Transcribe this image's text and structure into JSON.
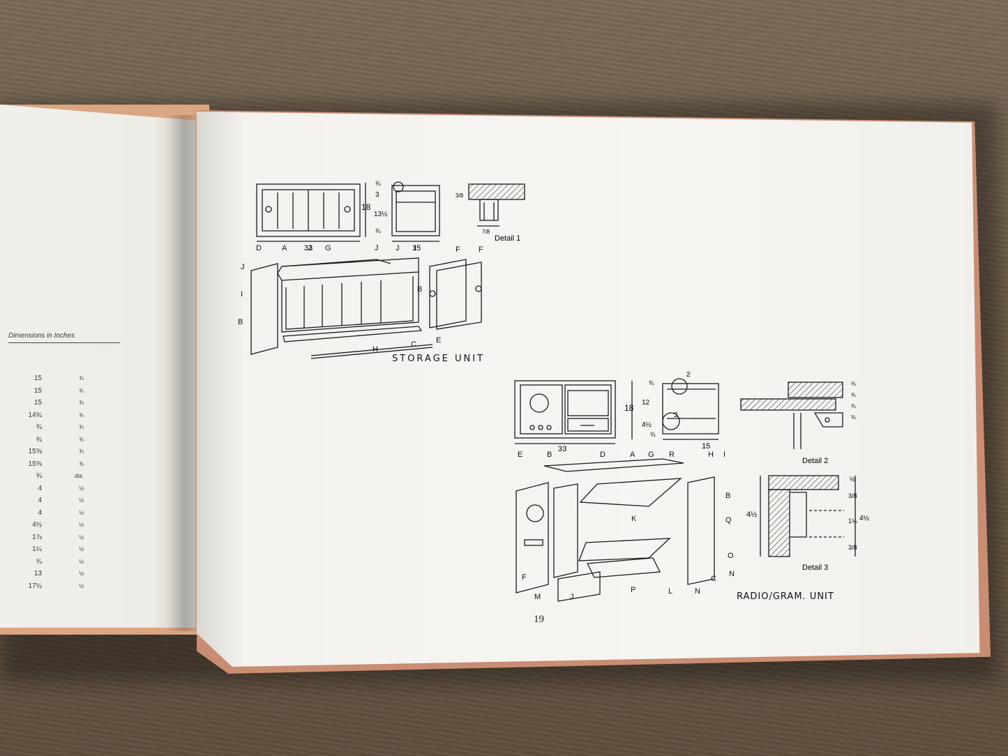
{
  "left_page": {
    "heading": "Dimensions in Inches",
    "rows": [
      {
        "a": "15",
        "b": "¾"
      },
      {
        "a": "15",
        "b": "¾"
      },
      {
        "a": "15",
        "b": "¾"
      },
      {
        "a": "14¾",
        "b": "¾"
      },
      {
        "a": "¾",
        "b": "¾"
      },
      {
        "a": "¾",
        "b": "¾"
      },
      {
        "a": "15⅝",
        "b": "¾"
      },
      {
        "a": "15⅝",
        "b": "¾"
      },
      {
        "a": "¾",
        "b": "dia."
      },
      {
        "a": "4",
        "b": "½"
      },
      {
        "a": "4",
        "b": "½"
      },
      {
        "a": "4",
        "b": "½"
      },
      {
        "a": "4½",
        "b": "½"
      },
      {
        "a": "1⅞",
        "b": "½"
      },
      {
        "a": "1¼",
        "b": "½"
      },
      {
        "a": "¾",
        "b": "½"
      },
      {
        "a": "13",
        "b": "½"
      },
      {
        "a": "17½",
        "b": "½"
      }
    ]
  },
  "storage_unit": {
    "caption": "STORAGE UNIT",
    "dim_width": "33",
    "dim_height": "18",
    "dim_depth": "15",
    "dim_a": "¾",
    "dim_b": "3",
    "dim_c": "13½",
    "dim_d": "¾",
    "detail_label": "Detail 1",
    "detail_dim_a": "3/8",
    "detail_dim_b": "7/8",
    "letters": [
      "D",
      "A",
      "J",
      "G",
      "J",
      "J",
      "I",
      "F",
      "F",
      "J",
      "I",
      "B",
      "B",
      "H",
      "C",
      "E"
    ]
  },
  "radio_unit": {
    "caption": "RADIO/GRAM. UNIT",
    "dim_width": "33",
    "dim_height": "18",
    "dim_depth": "15",
    "dim_a": "¾",
    "dim_b": "12",
    "dim_c": "4½",
    "dim_d": "¾",
    "callout_2": "2",
    "callout_3": "3",
    "detail2_label": "Detail 2",
    "detail3_label": "Detail 3",
    "detail3_total": "4½",
    "detail3_total_b": "4½",
    "detail3_a": "½",
    "detail3_b": "3/8",
    "detail3_c": "1¼",
    "detail3_d": "3/8",
    "detail2_dims": [
      "¾",
      "¾",
      "¾",
      "¾"
    ],
    "letters": [
      "E",
      "B",
      "D",
      "A",
      "G",
      "R",
      "H",
      "I",
      "K",
      "B",
      "Q",
      "O",
      "F",
      "M",
      "J",
      "P",
      "L",
      "N",
      "C",
      "N"
    ]
  },
  "page_number": "19"
}
